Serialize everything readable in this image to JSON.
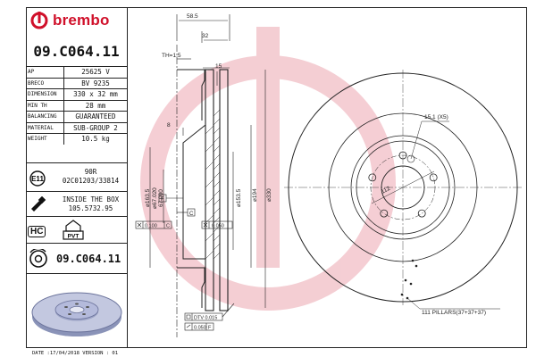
{
  "brand": {
    "name": "brembo",
    "color": "#d0102a"
  },
  "part_number": "09.C064.11",
  "specs": [
    {
      "key": "AP",
      "value": "25625 V"
    },
    {
      "key": "BRECO",
      "value": "BV 9235"
    },
    {
      "key": "DIMENSION",
      "value": "330 x 32 mm"
    },
    {
      "key": "MIN TH",
      "value": "28 mm"
    },
    {
      "key": "BALANCING",
      "value": "GUARANTEED"
    },
    {
      "key": "MATERIAL",
      "value": "SUB-GROUP 2"
    },
    {
      "key": "WEIGHT",
      "value": "10.5 kg"
    }
  ],
  "approval": {
    "mark": "E11",
    "line1": "90R",
    "line2": "02C01203/33814"
  },
  "inside_box": {
    "line1": "INSIDE THE BOX",
    "line2": "105.5732.95"
  },
  "hc_label": "HC",
  "pvt_label": "PVT",
  "bottom_part_number": "09.C064.11",
  "date_line": "DATE :17/04/2018 VERSION : 01",
  "drawing": {
    "dim_58_5": "58.5",
    "dim_32": "32",
    "th_label": "TH=1.5",
    "dim_15": "15",
    "dim_8": "8",
    "dia_163_5": "⌀163.5",
    "dia_67_020": "⌀67.020",
    "dia_67_000": "67.000",
    "dia_153_5": "⌀153.5",
    "dia_194": "⌀194",
    "dia_330": "⌀330",
    "ref_f": "F",
    "ref_c": "C",
    "tol_left": "0.100",
    "tol_left_ref": "C",
    "tol_right": "0.050",
    "dtv": "DTV 0.015",
    "flat": "0.050",
    "flat_ref": "F",
    "holes": "15.1 (X5)",
    "pcd": "112",
    "pillars": "111 PILLARS(37+37+37)"
  }
}
